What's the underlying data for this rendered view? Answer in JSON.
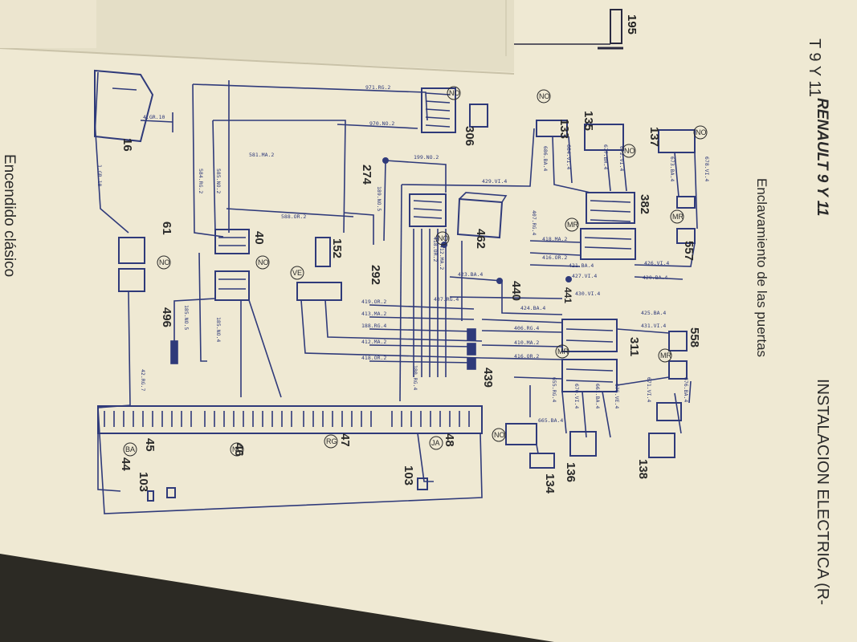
{
  "header": {
    "top_fragment": "T 9 Y 11",
    "top_ref": "195",
    "brand": "RENAULT 9 Y 11",
    "section": "INSTALACION ELECTRICA (R-",
    "subtitle": "Enclavamiento de las puertas",
    "footer": "Encendido clásico"
  },
  "components": [
    {
      "id": "c16",
      "label": "16"
    },
    {
      "id": "c306",
      "label": "306"
    },
    {
      "id": "c274",
      "label": "274"
    },
    {
      "id": "c133",
      "label": "133"
    },
    {
      "id": "c135",
      "label": "135"
    },
    {
      "id": "c137",
      "label": "137"
    },
    {
      "id": "c382",
      "label": "382"
    },
    {
      "id": "c557",
      "label": "557"
    },
    {
      "id": "c61",
      "label": "61"
    },
    {
      "id": "c40",
      "label": "40"
    },
    {
      "id": "c152",
      "label": "152"
    },
    {
      "id": "c292",
      "label": "292"
    },
    {
      "id": "c462",
      "label": "462"
    },
    {
      "id": "c440",
      "label": "440"
    },
    {
      "id": "c441",
      "label": "441"
    },
    {
      "id": "c496",
      "label": "496"
    },
    {
      "id": "c439",
      "label": "439"
    },
    {
      "id": "c311",
      "label": "311"
    },
    {
      "id": "c558",
      "label": "558"
    },
    {
      "id": "c45",
      "label": "45"
    },
    {
      "id": "c44",
      "label": "44"
    },
    {
      "id": "c46",
      "label": "46"
    },
    {
      "id": "c47",
      "label": "47"
    },
    {
      "id": "c48",
      "label": "48"
    },
    {
      "id": "c103a",
      "label": "103"
    },
    {
      "id": "c103b",
      "label": "103"
    },
    {
      "id": "c134",
      "label": "134"
    },
    {
      "id": "c136",
      "label": "136"
    },
    {
      "id": "c138",
      "label": "138"
    }
  ],
  "badges": [
    "NO",
    "NO",
    "NO",
    "NO",
    "NO",
    "NO",
    "NO",
    "NO",
    "MR",
    "MR",
    "MR",
    "MR",
    "VE",
    "BA",
    "RG",
    "JA",
    "NO"
  ],
  "wires": [
    "971.RG.2",
    "970.NO.2",
    "4.GR.10",
    "581.MA.2",
    "584.RG.2",
    "585.NO.2",
    "1.GR.10",
    "588.OR.2",
    "199.NO.2",
    "189.NO.5",
    "429.VI.4",
    "686.BA.4",
    "684.VI.4",
    "677.BR.4",
    "672.VI.4",
    "673.BA.4",
    "678.VI.4",
    "407.RG.4",
    "418.MA.2",
    "416.OR.2",
    "421.BA.4",
    "427.VI.4",
    "426.VI.4",
    "420.BA.4",
    "418.OR.2",
    "412.MA.2",
    "423.BA.4",
    "430.VI.4",
    "419.OR.2",
    "413.MA.2",
    "188.RG.4",
    "412.MA.2",
    "418.OR.2",
    "407.RG.4",
    "424.BA.4",
    "425.BA.4",
    "431.VI.4",
    "406.RG.4",
    "410.MA.2",
    "416.OR.2",
    "185.NO.5",
    "185.NO.4",
    "42.RG.7",
    "180.RG.4",
    "655.RG.4",
    "670.VI.4",
    "661.BA.4",
    "675.VE.4",
    "671.VI.4",
    "676.BA.4",
    "665.BA.4"
  ],
  "colors": {
    "paper": "#ece6cf",
    "ink": "#2f3a7a",
    "shadow": "#2c2a24"
  }
}
